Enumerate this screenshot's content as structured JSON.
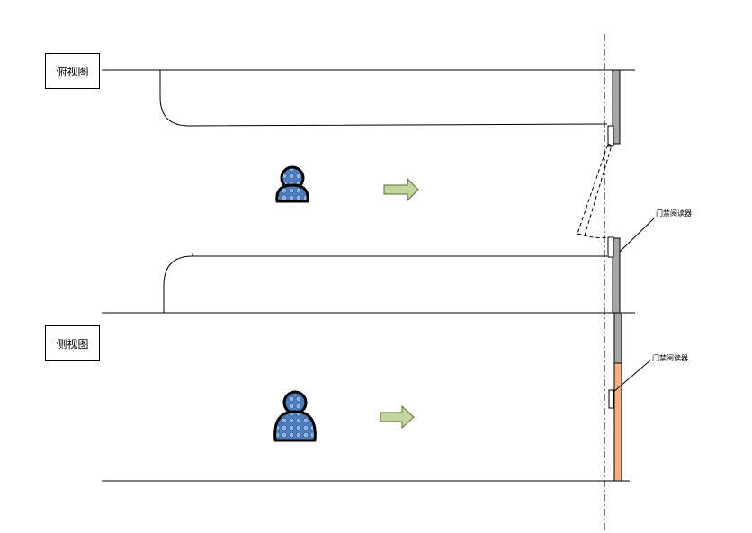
{
  "views": {
    "top_label": "俯视图",
    "side_label": "侧视图"
  },
  "callouts": {
    "top_reader": "门禁阅读器",
    "side_reader": "门禁阅读器"
  },
  "icons": {
    "person": "person-icon",
    "arrow": "arrow-right-icon"
  },
  "colors": {
    "person_fill": "#5b8ccf",
    "person_outline": "#000000",
    "arrow_fill": "#c3d69b",
    "arrow_stroke": "#5a6b3a",
    "gate_gray": "#a6a6a6",
    "gate_orange": "#f4b183",
    "line": "#000000"
  }
}
